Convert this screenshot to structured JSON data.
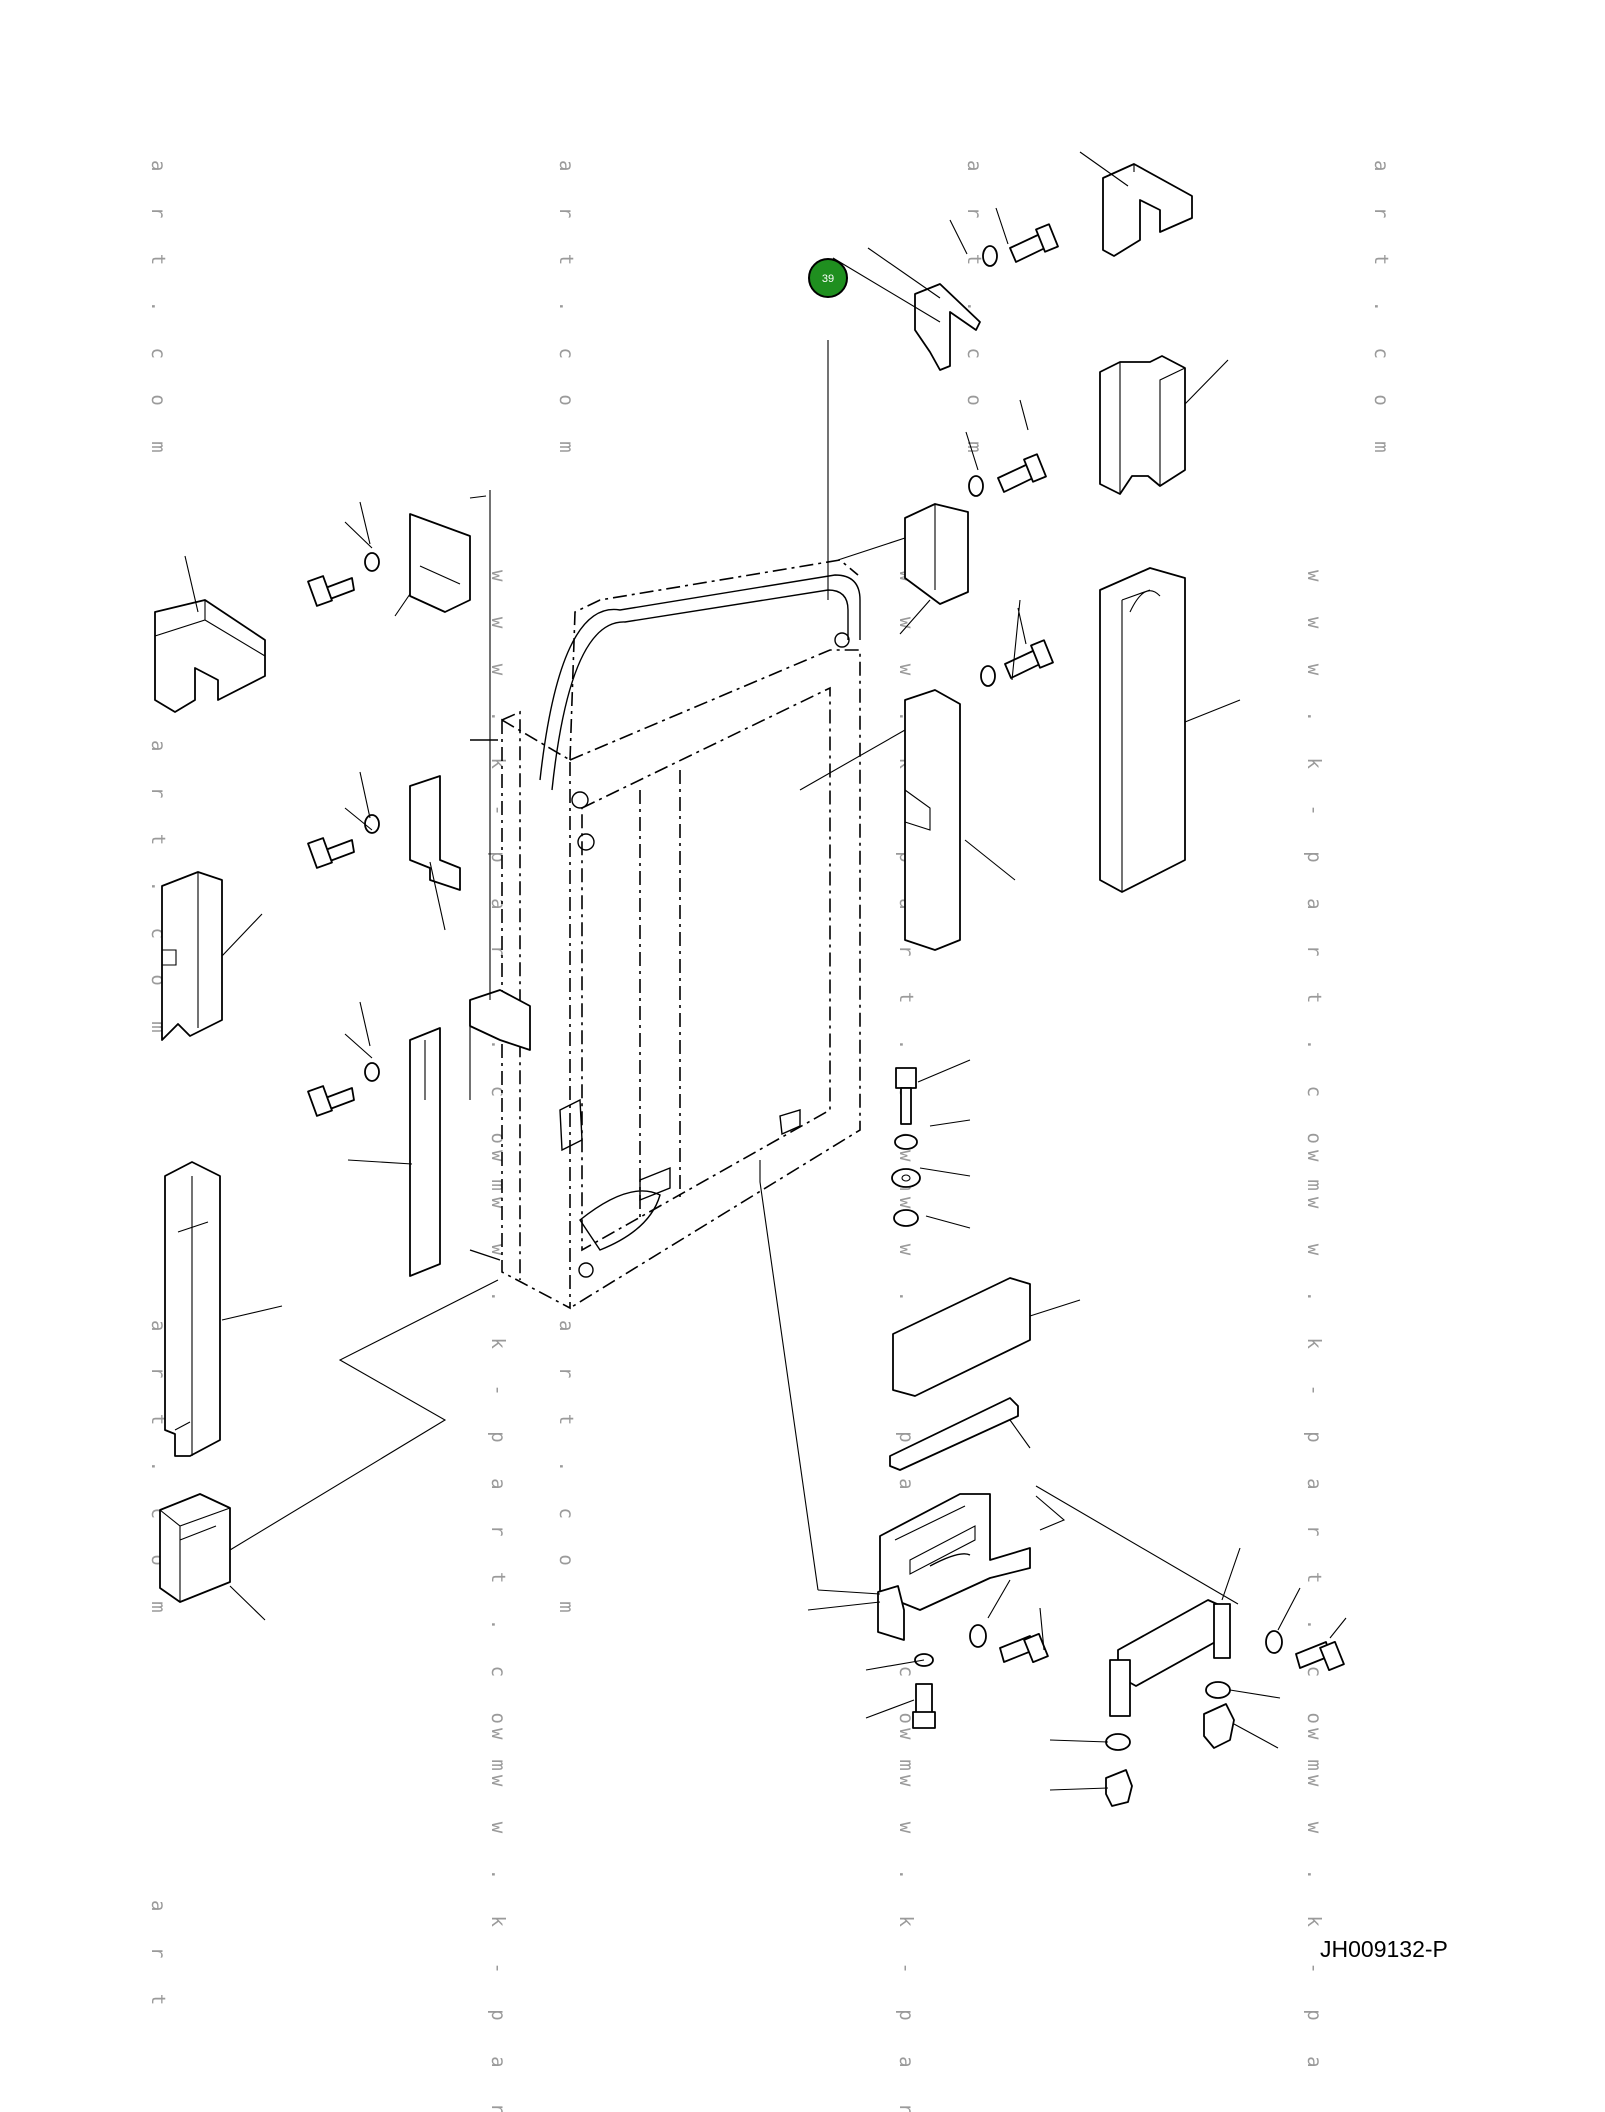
{
  "callout": {
    "label": "39",
    "color": "#1f8f1f"
  },
  "drawing_code": "JH009132-P",
  "watermarks": [
    "a r t . c o m",
    "a r t . c o m",
    "a r t . c o m",
    "a r t . c o m",
    "a r t . c o m",
    "a r t . c o m",
    "a r t . c o m",
    "a r t",
    "w w w . k - p a r t . c o m",
    "w w w . k - p a r t . c o m",
    "w w w . k - p a r t . c o m",
    "w w w . k - p a r t . c o m",
    "w w w . k - p a r t . c o m",
    "w w w . k - p a r t . c o m",
    "w w w . k - p a r t",
    "w w w . k - p a r t",
    "w w w . k - p a"
  ]
}
